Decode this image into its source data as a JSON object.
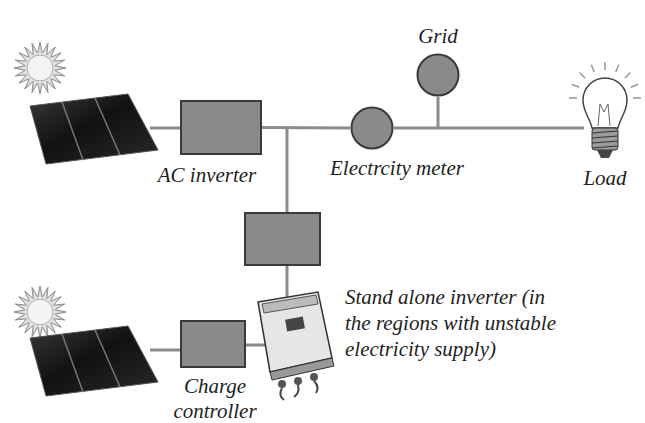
{
  "diagram": {
    "nodes": [
      {
        "text": [
          "Grid"
        ]
      },
      {
        "text": [
          "AC inverter"
        ]
      },
      {
        "text": [
          "Electrcity meter"
        ]
      },
      {
        "text": [
          "Charge controller"
        ]
      }
    ],
    "edges": [
      {
        "from": 1,
        "to": 2,
        "arrow": "none"
      }
    ],
    "labels": [
      "Load",
      "Stand alone inverter (in the regions with unstable electricity supply)"
    ]
  }
}
